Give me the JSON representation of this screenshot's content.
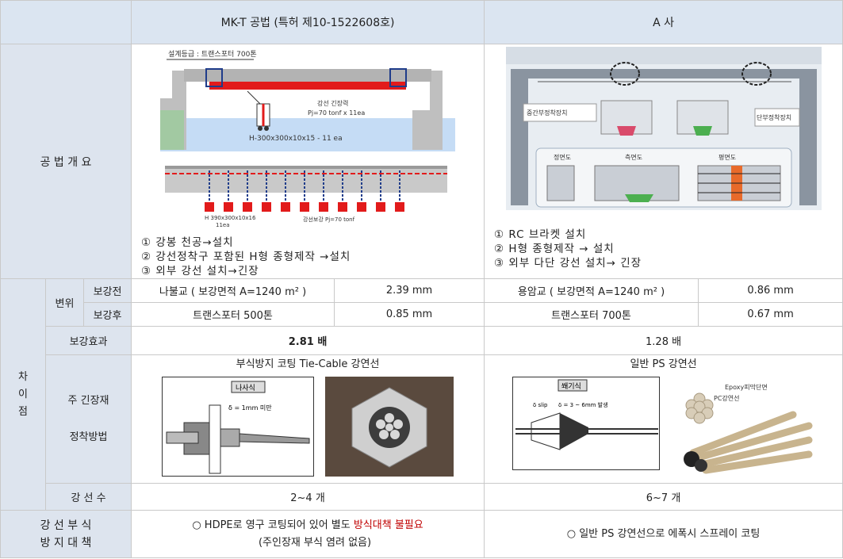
{
  "header": {
    "col_mkt": "MK-T 공법 (특허 제10-1522608호)",
    "col_a": "A 사"
  },
  "overview": {
    "label": "공 법 개 요",
    "mkt": {
      "img_label": "설계등급 : 트랜스포터 700톤",
      "img_tension_line1": "강선 긴장력",
      "img_tension_line2": "Pj=70 tonf  x 11ea",
      "img_beam_label": "H-300x300x10x15 - 11 ea",
      "img_beam2_line1": "H 390x300x10x16",
      "img_beam2_line2": "11ea",
      "img_strand_label": "강선보강 Pj=70 tonf",
      "steps": [
        "① 강봉 천공→설치",
        "② 강선정착구 포함된 H형 종형제작 →설치",
        "③ 외부 강선 설치→긴장"
      ]
    },
    "a": {
      "img_mid": "중간부정착장치",
      "img_end": "단부정착장치",
      "img_front": "정면도",
      "img_side": "측면도",
      "img_plan": "평면도",
      "steps": [
        "① RC 브라켓 설치",
        "② H형 종형제작 → 설치",
        "③ 외부 다단 강선 설치→ 긴장"
      ]
    }
  },
  "diff": {
    "label": "차 이 점",
    "label_chars": [
      "차",
      "이",
      "점"
    ],
    "displacement": {
      "label": "변위",
      "before_label": "보강전",
      "after_label": "보강후",
      "mkt_before_desc": "나불교 ( 보강면적 A=1240 m² )",
      "mkt_before_val": "2.39 mm",
      "mkt_after_desc": "트랜스포터 500톤",
      "mkt_after_val": "0.85 mm",
      "a_before_desc": "용암교 ( 보강면적 A=1240 m² )",
      "a_before_val": "0.86 mm",
      "a_after_desc": "트랜스포터 700톤",
      "a_after_val": "0.67 mm"
    },
    "effect": {
      "label": "보강효과",
      "mkt": "2.81 배",
      "a": "1.28 배"
    },
    "tension": {
      "label1": "주 긴장재",
      "label2": "정착방법",
      "mkt_title": "부식방지 코팅 Tie-Cable 강연선",
      "a_title": "일반 PS 강연선",
      "mkt_diagram_tag": "나사식",
      "mkt_diagram_note": "δ = 1mm 미만",
      "mkt_diagram_delta": "δ",
      "a_diagram_tag": "쐐기식",
      "a_diagram_slip": "δ slip",
      "a_diagram_note": "δ = 3 ~ 6mm 발생",
      "a_photo_label1": "Epoxy피막단면",
      "a_photo_label2": "PC강연선"
    },
    "strands": {
      "label": "강 선 수",
      "mkt": "2~4 개",
      "a": "6~7 개"
    }
  },
  "corrosion": {
    "label_line1": "강 선  부 식",
    "label_line2": "방 지  대 책",
    "mkt_text": "○ HDPE로 영구 코팅되어 있어 별도 ",
    "mkt_red": "방식대책 불필요",
    "mkt_line2": "(주인장재 부식 염려 없음)",
    "a_text": "○ 일반 PS 강연선으로 에폭시 스프레이 코팅"
  },
  "colors": {
    "header_bg": "#dbe5f1",
    "label_bg": "#dde4ee",
    "accent_red": "#c00000",
    "border": "#c9c9c9"
  }
}
